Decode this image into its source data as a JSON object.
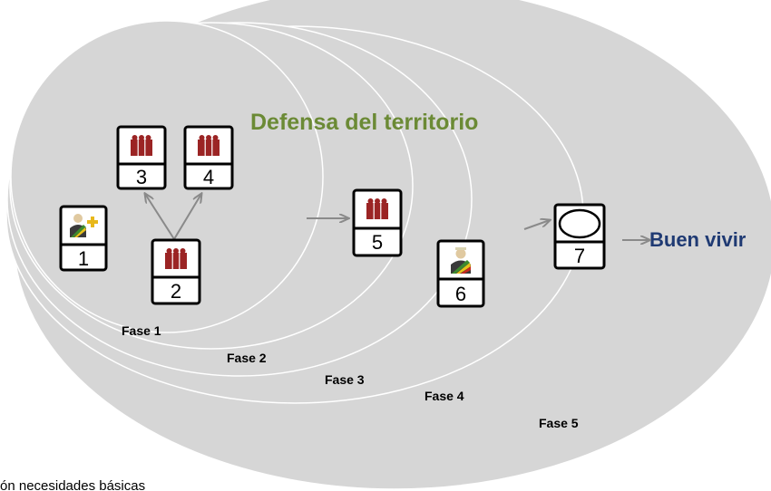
{
  "title": "Defensa del territorio",
  "goal": "Buen vivir",
  "phases": [
    "Fase 1",
    "Fase 2",
    "Fase 3",
    "Fase 4",
    "Fase 5"
  ],
  "nodes": [
    {
      "number": "1",
      "icon": "official-with-plus-icon"
    },
    {
      "number": "2",
      "icon": "community-group-icon"
    },
    {
      "number": "3",
      "icon": "community-group-icon"
    },
    {
      "number": "4",
      "icon": "community-group-icon"
    },
    {
      "number": "5",
      "icon": "community-group-icon"
    },
    {
      "number": "6",
      "icon": "official-with-sash-icon"
    },
    {
      "number": "7",
      "icon": "blank-oval-icon"
    }
  ],
  "footnote": "ón necesidades básicas",
  "colors": {
    "ellipse_fill": "#d6d6d6",
    "ellipse_stroke": "#ffffff",
    "arrow": "#8a8a8a",
    "group_icon": "#9b2424",
    "title": "#6b8a35",
    "goal": "#1f3a73"
  }
}
